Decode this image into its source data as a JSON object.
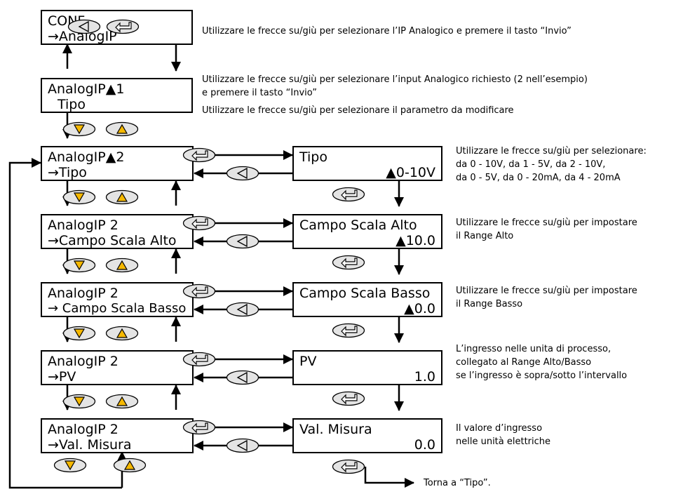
{
  "colors": {
    "arrow_key_fill": "#f5b800",
    "button_fill": "#e4e4e4",
    "line": "#000000"
  },
  "icons": {
    "up": "up-arrow-key-icon",
    "down": "down-arrow-key-icon",
    "back": "back-arrow-key-icon",
    "enter": "enter-key-icon",
    "spin": "up-down-spin-icon"
  },
  "menu": {
    "conf": {
      "line1": "CONF",
      "line2": "→AnalogIP"
    },
    "select": {
      "line1": "AnalogIP▲1",
      "line2": "Tipo"
    },
    "tipo": {
      "line1": "AnalogIP▲2",
      "line2": "→Tipo"
    },
    "alto": {
      "line1": "AnalogIP  2",
      "line2": "→Campo Scala Alto"
    },
    "basso": {
      "line1": "AnalogIP  2",
      "line2": "→ Campo Scala Basso"
    },
    "pv": {
      "line1": "AnalogIP  2",
      "line2": "→PV"
    },
    "misura": {
      "line1": "AnalogIP  2",
      "line2": "→Val. Misura"
    }
  },
  "params": {
    "tipo": {
      "name": "Tipo",
      "value": "▲0-10V"
    },
    "alto": {
      "name": "Campo Scala Alto",
      "value": "▲10.0"
    },
    "basso": {
      "name": "Campo Scala Basso",
      "value": "▲0.0"
    },
    "pv": {
      "name": "PV",
      "value": "1.0"
    },
    "misura": {
      "name": "Val. Misura",
      "value": "0.0"
    }
  },
  "notes": {
    "conf": "Utilizzare le frecce su/giù per selezionare l’IP Analogico e premere il tasto “Invio”",
    "select_1": "Utilizzare le frecce su/giù per selezionare l’input Analogico richiesto (2 nell’esempio)",
    "select_2": "e premere il tasto “Invio”",
    "select_3": "Utilizzare le frecce su/giù per selezionare il parametro da modificare",
    "tipo_1": "Utilizzare le frecce su/giù per selezionare:",
    "tipo_2": "da 0 - 10V, da 1 - 5V, da 2 - 10V,",
    "tipo_3": "da 0 - 5V, da 0 - 20mA, da 4 - 20mA",
    "alto_1": "Utilizzare le frecce su/giù per impostare",
    "alto_2": "il Range Alto",
    "basso_1": "Utilizzare le frecce su/giù per impostare",
    "basso_2": "il Range Basso",
    "pv_1": "L’ingresso nelle unita di processo,",
    "pv_2": "collegato al Range Alto/Basso",
    "pv_3": "se l’ingresso è sopra/sotto l’intervallo",
    "misura_1": "Il valore d’ingresso",
    "misura_2": "nelle unità elettriche",
    "return": "Torna a “Tipo”."
  }
}
